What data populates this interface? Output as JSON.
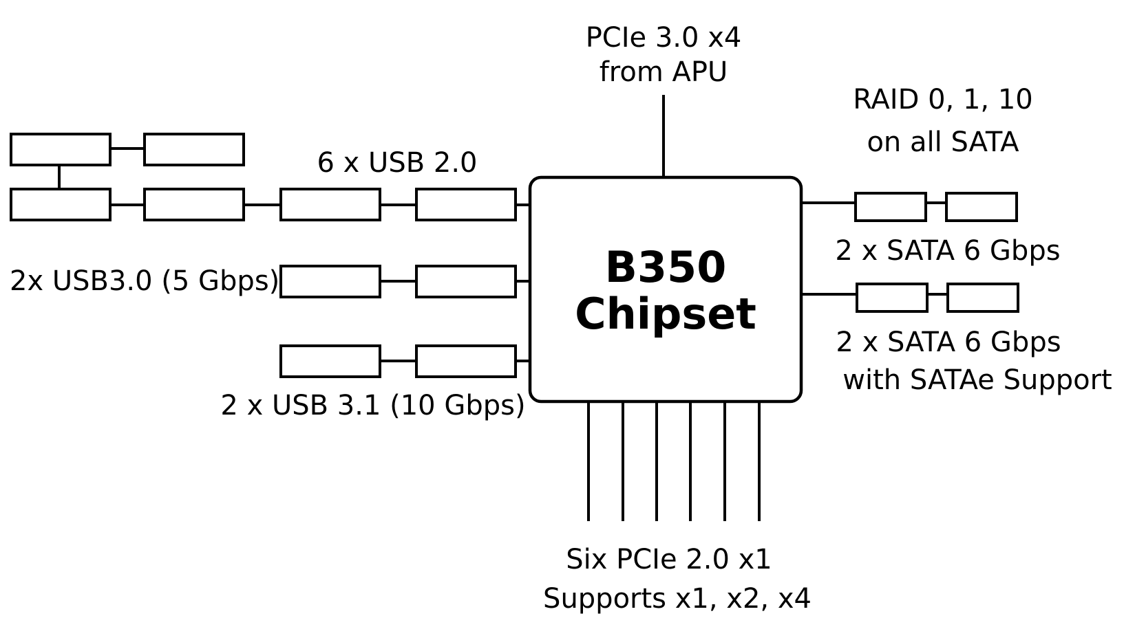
{
  "diagram": {
    "chip": {
      "line1": "B350",
      "line2": "Chipset"
    },
    "labels": {
      "pcie_top_line1": "PCIe 3.0 x4",
      "pcie_top_line2": "from APU",
      "raid_line1": "RAID 0, 1, 10",
      "raid_line2": "on all SATA",
      "usb2": "6 x USB 2.0",
      "usb30": "2x USB3.0 (5 Gbps)",
      "usb31": "2 x USB 3.1 (10 Gbps)",
      "sata_a": "2 x SATA 6 Gbps",
      "sata_b_line1": "2 x SATA 6 Gbps",
      "sata_b_line2": "with SATAe Support",
      "pcie_bottom_line1": "Six PCIe 2.0 x1",
      "pcie_bottom_line2": "Supports x1, x2, x4"
    },
    "colors": {
      "line": "#000000",
      "background": "#ffffff"
    }
  }
}
